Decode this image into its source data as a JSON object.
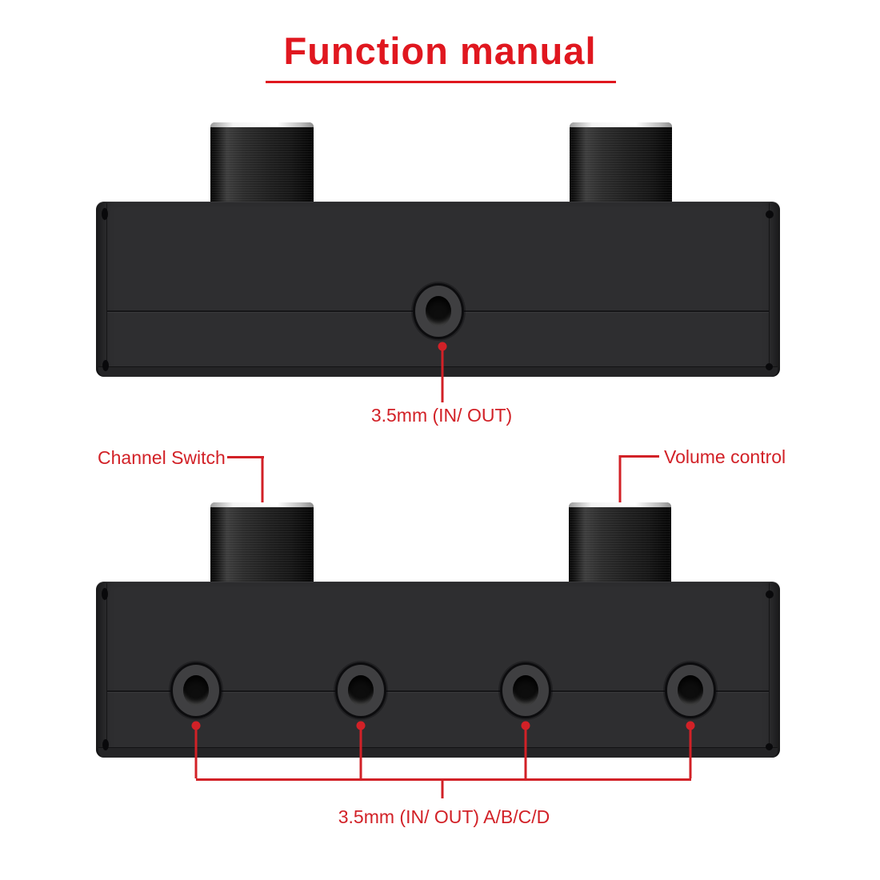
{
  "title": "Function manual",
  "top_device": {
    "jack_label": "3.5mm (IN/ OUT)"
  },
  "bottom_device": {
    "left_knob_label": "Channel Switch",
    "right_knob_label": "Volume control",
    "jack_label": "3.5mm (IN/ OUT) A/B/C/D"
  },
  "colors": {
    "title_red": "#e0171f",
    "accent_red": "#d22127",
    "chassis_gray": "#2e2e30",
    "knob_black": "#1c1c1c",
    "background": "#ffffff"
  }
}
